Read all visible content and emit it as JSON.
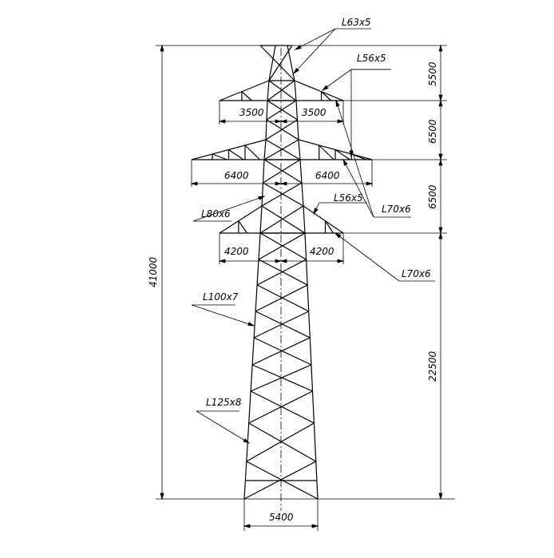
{
  "drawing": {
    "stroke_color": "#000000",
    "background": "#ffffff",
    "profiles": {
      "top": "L63x5",
      "upper_arm": "L56x5",
      "mid_arm_chord": "L70x6",
      "body_upper": "L80x6",
      "lower_arm": "L56x5",
      "lower_arm_chord": "L70x6",
      "body_mid": "L100x7",
      "body_base": "L125x8"
    },
    "arm_dims": {
      "upper_left": "3500",
      "upper_right": "3500",
      "mid_left": "6400",
      "mid_right": "6400",
      "lower_left": "4200",
      "lower_right": "4200"
    },
    "vertical_dims": {
      "total": "41000",
      "seg1": "5500",
      "seg2": "6500",
      "seg3": "6500",
      "seg4": "22500"
    },
    "base_width": "5400"
  }
}
